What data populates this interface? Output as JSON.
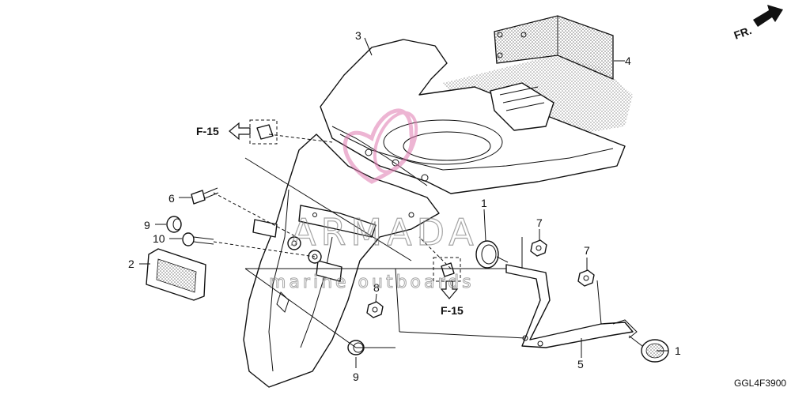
{
  "callouts": {
    "c1a": "1",
    "c1b": "1",
    "c2": "2",
    "c3": "3",
    "c4": "4",
    "c5": "5",
    "c6": "6",
    "c7a": "7",
    "c7b": "7",
    "c8": "8",
    "c9a": "9",
    "c9b": "9",
    "c10": "10"
  },
  "refs": {
    "f15_top": "F-15",
    "f15_bottom": "F-15",
    "front": "FR."
  },
  "diagram_code": "GGL4F3900",
  "watermark": {
    "brand": "ARMADA",
    "tagline": "marine outboards",
    "logo_color": "#e07ab0"
  }
}
